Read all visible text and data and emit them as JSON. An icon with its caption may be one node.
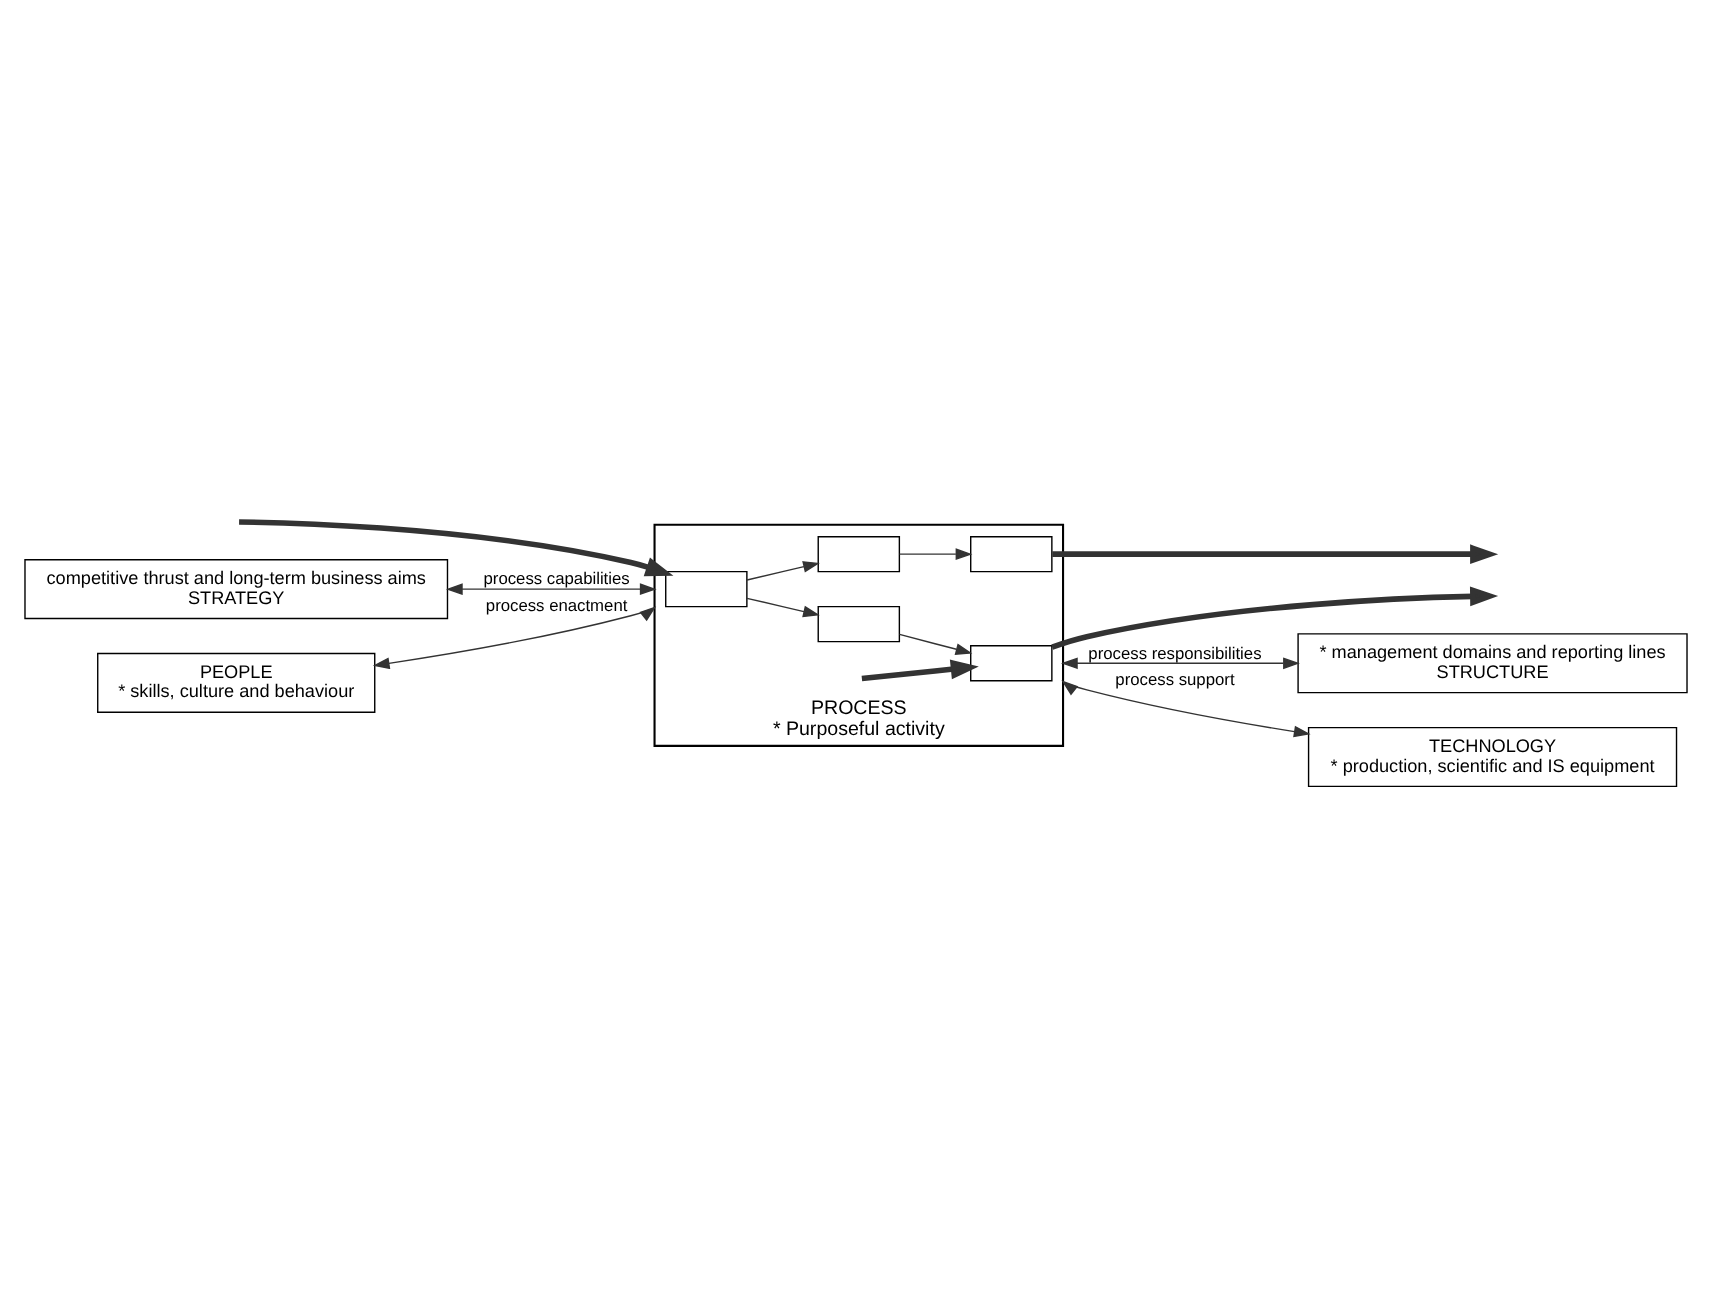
{
  "diagram": {
    "nodes": [
      {
        "text": [
          "competitive thrust and long-term business aims",
          "STRATEGY"
        ]
      },
      {
        "text": [
          "PROCESS",
          "* Purposeful activity"
        ]
      },
      {
        "text": [],
        "shape": "box",
        "in": 1
      },
      {
        "text": [],
        "shape": "box",
        "in": 1
      },
      {
        "text": [],
        "shape": "box",
        "in": 1
      },
      {
        "text": [],
        "shape": "box",
        "in": 1
      },
      {
        "text": [],
        "shape": "box",
        "in": 1
      },
      {
        "text": [
          "* management domains and reporting lines",
          "STRUCTURE"
        ]
      },
      {
        "text": [
          "PEOPLE",
          "* skills, culture and behaviour"
        ]
      },
      {
        "text": [
          "TECHNOLOGY",
          "* production, scientific and IS equipment"
        ]
      }
    ],
    "edges": [
      {
        "from": null,
        "to": 2,
        "arrow": "to",
        "style": "thick"
      },
      {
        "from": 2,
        "to": 3,
        "arrow": "to"
      },
      {
        "from": 3,
        "to": 4,
        "arrow": "to"
      },
      {
        "from": 4,
        "to": null,
        "arrow": "to",
        "style": "thick"
      },
      {
        "from": 2,
        "to": 5,
        "arrow": "to"
      },
      {
        "from": 5,
        "to": 6,
        "arrow": "to"
      },
      {
        "from": 6,
        "to": null,
        "arrow": "to",
        "style": "thick"
      },
      {
        "from": null,
        "to": 6,
        "arrow": "to",
        "style": "thick"
      },
      {
        "from": 0,
        "to": 1,
        "arrow": "both",
        "label": "process capabilities"
      },
      {
        "from": 1,
        "to": 7,
        "arrow": "both",
        "label": "process responsibilities"
      },
      {
        "from": 8,
        "to": 1,
        "arrow": "both",
        "label": "process enactment"
      },
      {
        "from": 1,
        "to": 9,
        "arrow": "both",
        "label": "process support"
      }
    ]
  }
}
